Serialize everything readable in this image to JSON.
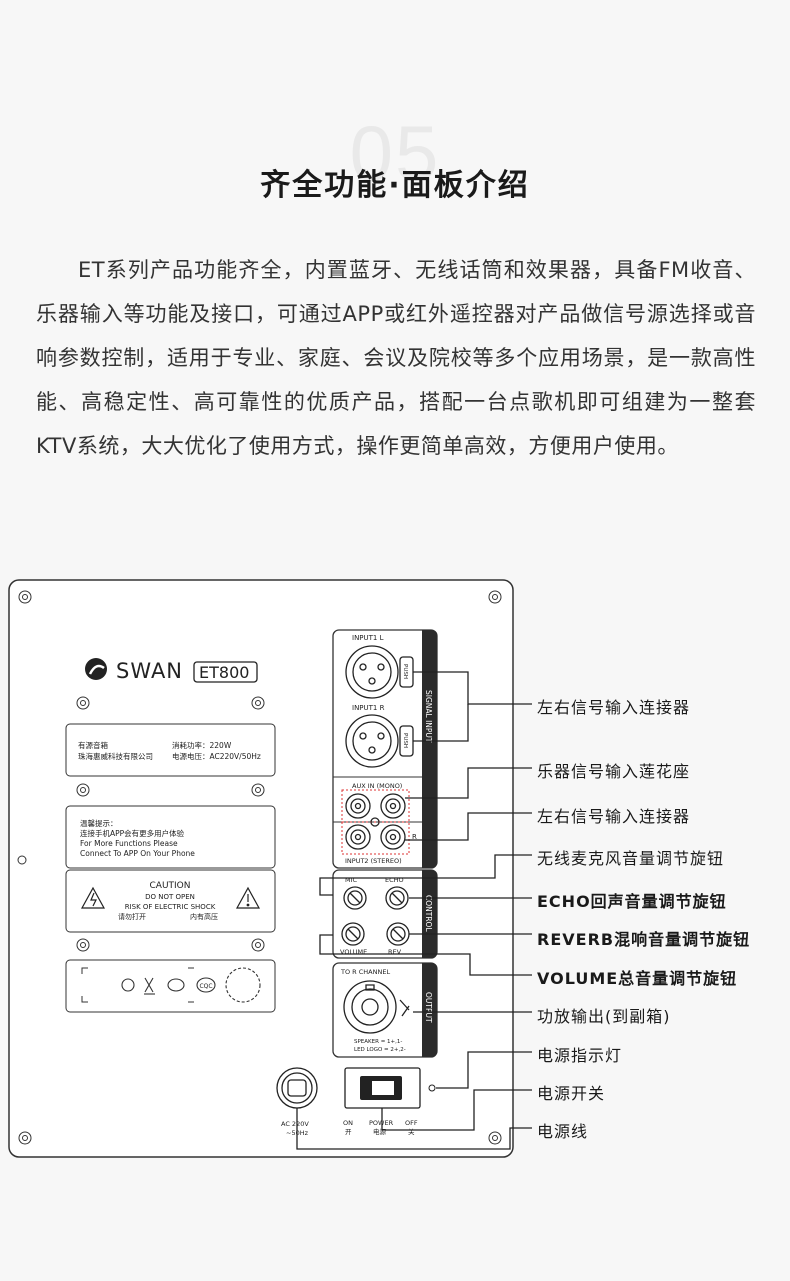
{
  "section": {
    "number": "05",
    "title": "齐全功能·面板介绍"
  },
  "intro": "ET系列产品功能齐全，内置蓝牙、无线话筒和效果器，具备FM收音、乐器输入等功能及接口，可通过APP或红外遥控器对产品做信号源选择或音响参数控制，适用于专业、家庭、会议及院校等多个应用场景，是一款高性能、高稳定性、高可靠性的优质产品，搭配一台点歌机即可组建为一整套KTV系统，大大优化了使用方式，操作更简单高效，方便用户使用。",
  "panel": {
    "brand": "SWAN",
    "model": "ET800",
    "info_label": {
      "l1": "有源音箱",
      "l2": "珠海惠威科技有限公司",
      "r1": "消耗功率：220W",
      "r2": "电源电压：AC220V/50Hz"
    },
    "tip_label": {
      "l1": "温馨提示：",
      "l2": "连接手机APP会有更多用户体验",
      "l3": "For More Functions Please",
      "l4": "Connect To APP On Your Phone"
    },
    "caution": {
      "title": "CAUTION",
      "l1": "DO NOT OPEN",
      "l2": "RISK OF ELECTRIC SHOCK",
      "l3": "请勿打开",
      "l4": "内有高压"
    },
    "cert_text": "CQC",
    "signal_input": {
      "side": "SIGNAL INPUT",
      "input1l": "INPUT1 L",
      "input1r": "INPUT1 R",
      "push": "PUSH",
      "aux": "AUX IN (MONO)",
      "input2": "INPUT2 (STEREO)",
      "r": "R"
    },
    "control": {
      "side": "CONTROL",
      "mic": "MIC",
      "echo": "ECHO",
      "volume": "VOLUME",
      "rev": "REV"
    },
    "output": {
      "side": "OUTPUT",
      "channel": "TO R CHANNEL",
      "speaker": "SPEAKER = 1+,1-",
      "led": "LED LOGO = 2+,2-"
    },
    "power": {
      "ac": "AC 220V",
      "hz": "~50Hz",
      "on": "ON",
      "on_cn": "开",
      "power": "POWER",
      "power_cn": "电源",
      "off": "OFF",
      "off_cn": "关"
    }
  },
  "annotations": [
    "左右信号输入连接器",
    "乐器信号输入莲花座",
    "左右信号输入连接器",
    "无线麦克风音量调节旋钮",
    "ECHO回声音量调节旋钮",
    "REVERB混响音量调节旋钮",
    "VOLUME总音量调节旋钮",
    "功放输出(到副箱)",
    "电源指示灯",
    "电源开关",
    "电源线"
  ]
}
